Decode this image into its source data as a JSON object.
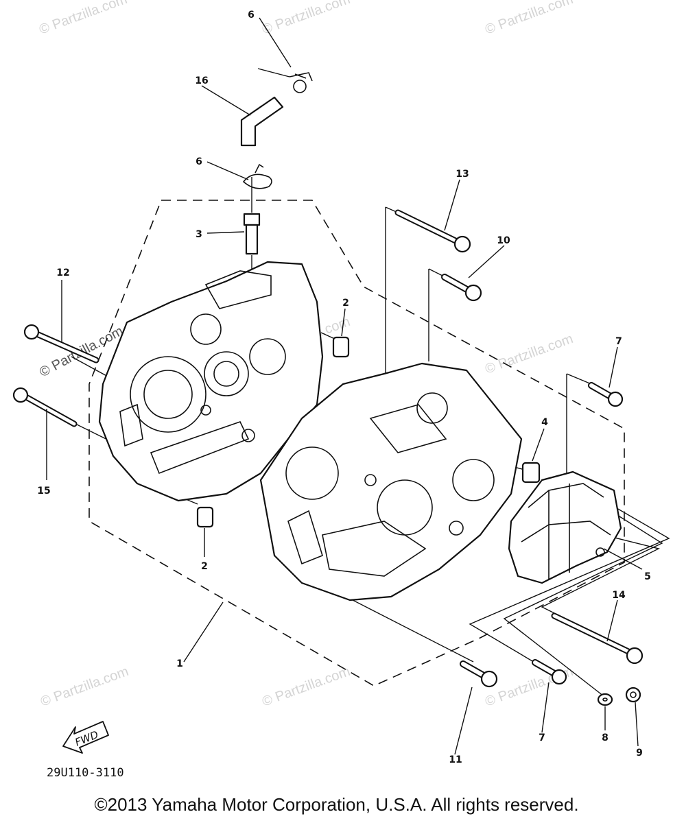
{
  "watermarks": [
    "© Partzilla.com",
    "© Partzilla.com",
    "© Partzilla.com",
    "© Partzilla.com",
    "© Partzilla.com",
    "© Partzilla.com",
    "© Partzilla.com",
    "© Partzilla.com",
    "© Partzilla.com"
  ],
  "callouts": [
    "1",
    "2",
    "2",
    "3",
    "4",
    "5",
    "6",
    "6",
    "7",
    "7",
    "8",
    "9",
    "10",
    "11",
    "12",
    "13",
    "14",
    "15",
    "16"
  ],
  "fwd_label": "FWD",
  "diagram_code": "29U110-3110",
  "copyright": "©2013 Yamaha Motor Corporation, U.S.A. All rights reserved."
}
